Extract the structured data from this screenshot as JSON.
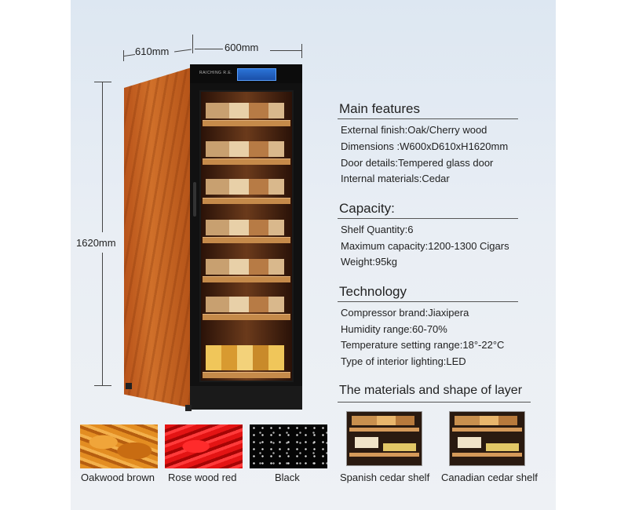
{
  "dimensions": {
    "depth": "610mm",
    "width": "600mm",
    "height": "1620mm"
  },
  "cabinet": {
    "brand": "RAICHING R.E."
  },
  "main_features": {
    "heading": "Main features",
    "items": [
      "External finish:Oak/Cherry wood",
      "Dimensions :W600xD610xH1620mm",
      "Door details:Tempered glass door",
      "Internal materials:Cedar"
    ]
  },
  "capacity": {
    "heading": "Capacity:",
    "items": [
      "Shelf Quantity:6",
      "Maximum capacity:1200-1300 Cigars",
      "Weight:95kg"
    ]
  },
  "technology": {
    "heading": "Technology",
    "items": [
      "Compressor brand:Jiaxipera",
      "Humidity range:60-70%",
      "Temperature setting range:18°-22°C",
      "Type of interior lighting:LED"
    ]
  },
  "materials": {
    "heading": "The materials and shape of layer"
  },
  "swatches": [
    {
      "label": "Oakwood brown",
      "color": "#e38d22"
    },
    {
      "label": "Rose wood red",
      "color": "#e41414"
    },
    {
      "label": "Black",
      "color": "#050505"
    }
  ],
  "shelves": [
    {
      "label": "Spanish cedar shelf"
    },
    {
      "label": "Canadian cedar shelf"
    }
  ]
}
